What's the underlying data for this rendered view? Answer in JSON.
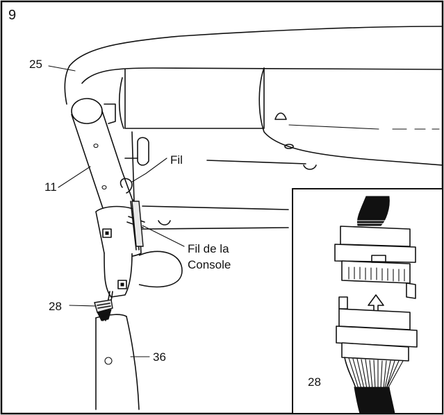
{
  "figure": {
    "step_number": "9",
    "callouts": {
      "console_frame": "25",
      "upright": "11",
      "wire": "Fil",
      "console_wire_line1": "Fil de la",
      "console_wire_line2": "Console",
      "connector_main": "28",
      "lower_upright": "36",
      "connector_inset": "28"
    }
  }
}
